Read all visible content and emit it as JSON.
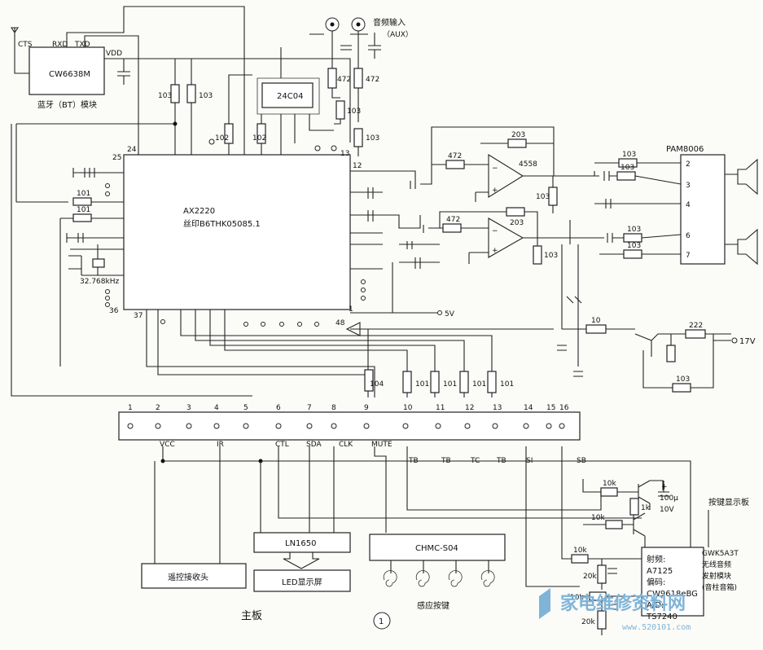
{
  "bt_module": {
    "chip": "CW6638M",
    "pins": [
      "CTS",
      "RXD",
      "TXD",
      "VDD"
    ],
    "caption": "蓝牙（BT）模块"
  },
  "aux": {
    "label": "音频输入",
    "sub": "（AUX）"
  },
  "chips": {
    "eeprom": "24C04",
    "soc": {
      "name": "AX2220",
      "marking": "丝印B6THK05085.1",
      "pins": [
        "25",
        "24",
        "13",
        "12",
        "36",
        "37",
        "1",
        "48"
      ]
    },
    "opamp": "4558",
    "amp": {
      "name": "PAM8006",
      "pins": [
        "2",
        "3",
        "4",
        "6",
        "7"
      ]
    }
  },
  "crystal": {
    "freq": "32.768kHz"
  },
  "values": {
    "r103": "103",
    "r102": "102",
    "r472": "472",
    "r101": "101",
    "r104": "104",
    "r203": "203",
    "r10": "10",
    "r222": "222",
    "r10k": "10k",
    "r1k": "1k",
    "r20k": "20k",
    "cap100": "100μ",
    "v10": "10V"
  },
  "labels": {
    "v5": "5V",
    "v17": "17V"
  },
  "connector": {
    "pins": [
      "1",
      "2",
      "3",
      "4",
      "5",
      "6",
      "7",
      "8",
      "9",
      "10",
      "11",
      "12",
      "13",
      "14",
      "15",
      "16"
    ],
    "signals": [
      "VCC",
      "IR",
      "CTL",
      "SDA",
      "CLK",
      "MUTE",
      "TB",
      "TB",
      "TC",
      "TB",
      "SI",
      "SB"
    ]
  },
  "modules": {
    "ir_receiver": "遥控接收头",
    "led_driver": "LN1650",
    "led_display": "LED显示屏",
    "touch_chip": "CHMC-S04",
    "touch_keys": "感应按键",
    "key_board": "按键显示板"
  },
  "wireless": {
    "line1": "射频:",
    "line2": "A7125",
    "line3": "偏码:",
    "line4": "CW9618eBG",
    "line5": "A/D:",
    "line6": "TS7240",
    "model": "GWK5A3T",
    "desc1": "无线音频",
    "desc2": "发射模块",
    "desc3": "(音柱音箱)"
  },
  "footer": {
    "caption": "主板",
    "figure": "1"
  },
  "watermark": {
    "text": "家电维修资料网",
    "url": "www.520101.com"
  }
}
